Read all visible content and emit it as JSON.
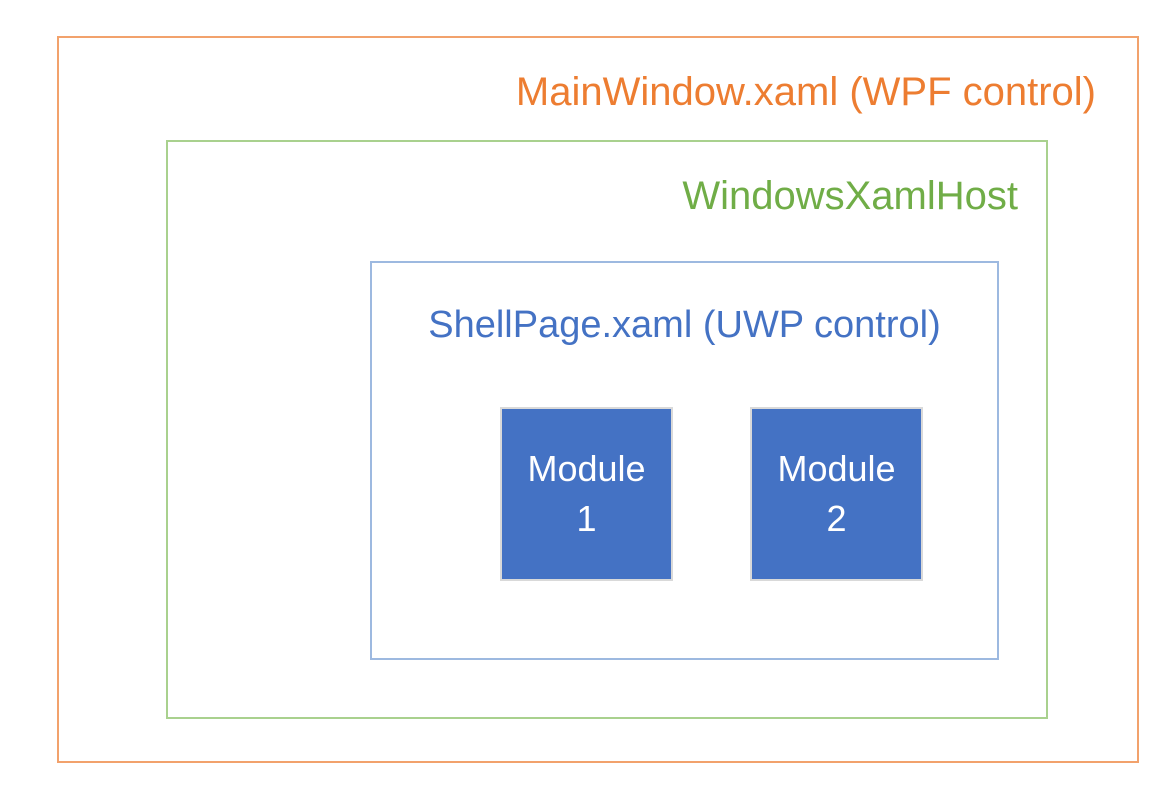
{
  "diagram": {
    "outer_box": {
      "label": "MainWindow.xaml (WPF control)",
      "text_color": "#ed7d31",
      "border_color": "#f2a26c"
    },
    "middle_box": {
      "label": "WindowsXamlHost",
      "text_color": "#70ad47",
      "border_color": "#a9d18e"
    },
    "inner_box": {
      "label": "ShellPage.xaml (UWP control)",
      "text_color": "#4472c4",
      "border_color": "#9db9e0"
    },
    "modules": [
      {
        "label": "Module\n1",
        "fill_color": "#4472c4",
        "border_color": "#d9d9d9",
        "text_color": "#ffffff"
      },
      {
        "label": "Module\n2",
        "fill_color": "#4472c4",
        "border_color": "#d9d9d9",
        "text_color": "#ffffff"
      }
    ]
  }
}
